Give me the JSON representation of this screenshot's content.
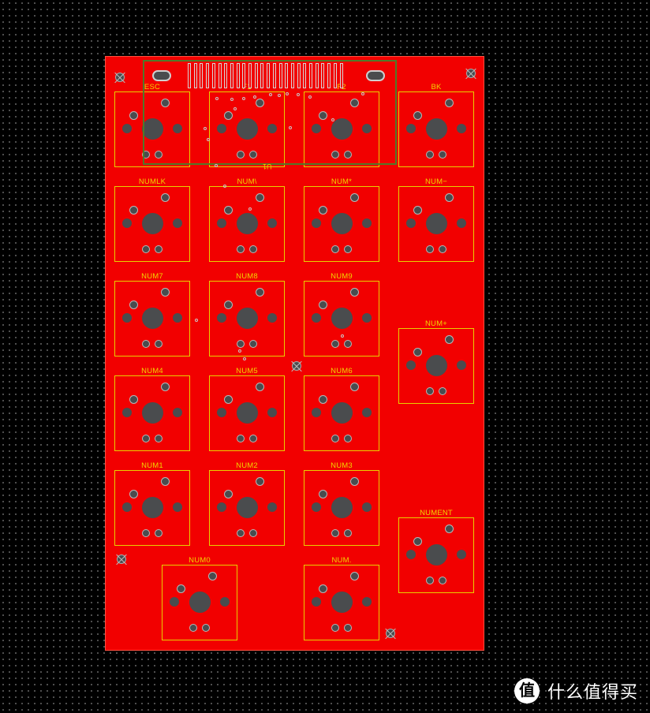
{
  "board": {
    "keys": [
      {
        "label": "ESC"
      },
      {
        "label": "F1"
      },
      {
        "label": "F2"
      },
      {
        "label": "BK"
      },
      {
        "label": "NUMLK"
      },
      {
        "label": "NUM\\"
      },
      {
        "label": "NUM*"
      },
      {
        "label": "NUM−"
      },
      {
        "label": "NUM7"
      },
      {
        "label": "NUM8"
      },
      {
        "label": "NUM9"
      },
      {
        "label": "NUM+"
      },
      {
        "label": "NUM4"
      },
      {
        "label": "NUM5"
      },
      {
        "label": "NUM6"
      },
      {
        "label": "NUM1"
      },
      {
        "label": "NUM2"
      },
      {
        "label": "NUM3"
      },
      {
        "label": "NUMENT"
      },
      {
        "label": "NUM0"
      },
      {
        "label": "NUM."
      }
    ],
    "usb_ref": "U1"
  },
  "watermark": {
    "logo": "值",
    "text": "什么值得买",
    "logo_icon": "smzdm-logo-icon"
  },
  "colors": {
    "board": "#f20000",
    "silkscreen": "#e8d000",
    "drill": "#4a4c4e",
    "background": "#000000"
  }
}
